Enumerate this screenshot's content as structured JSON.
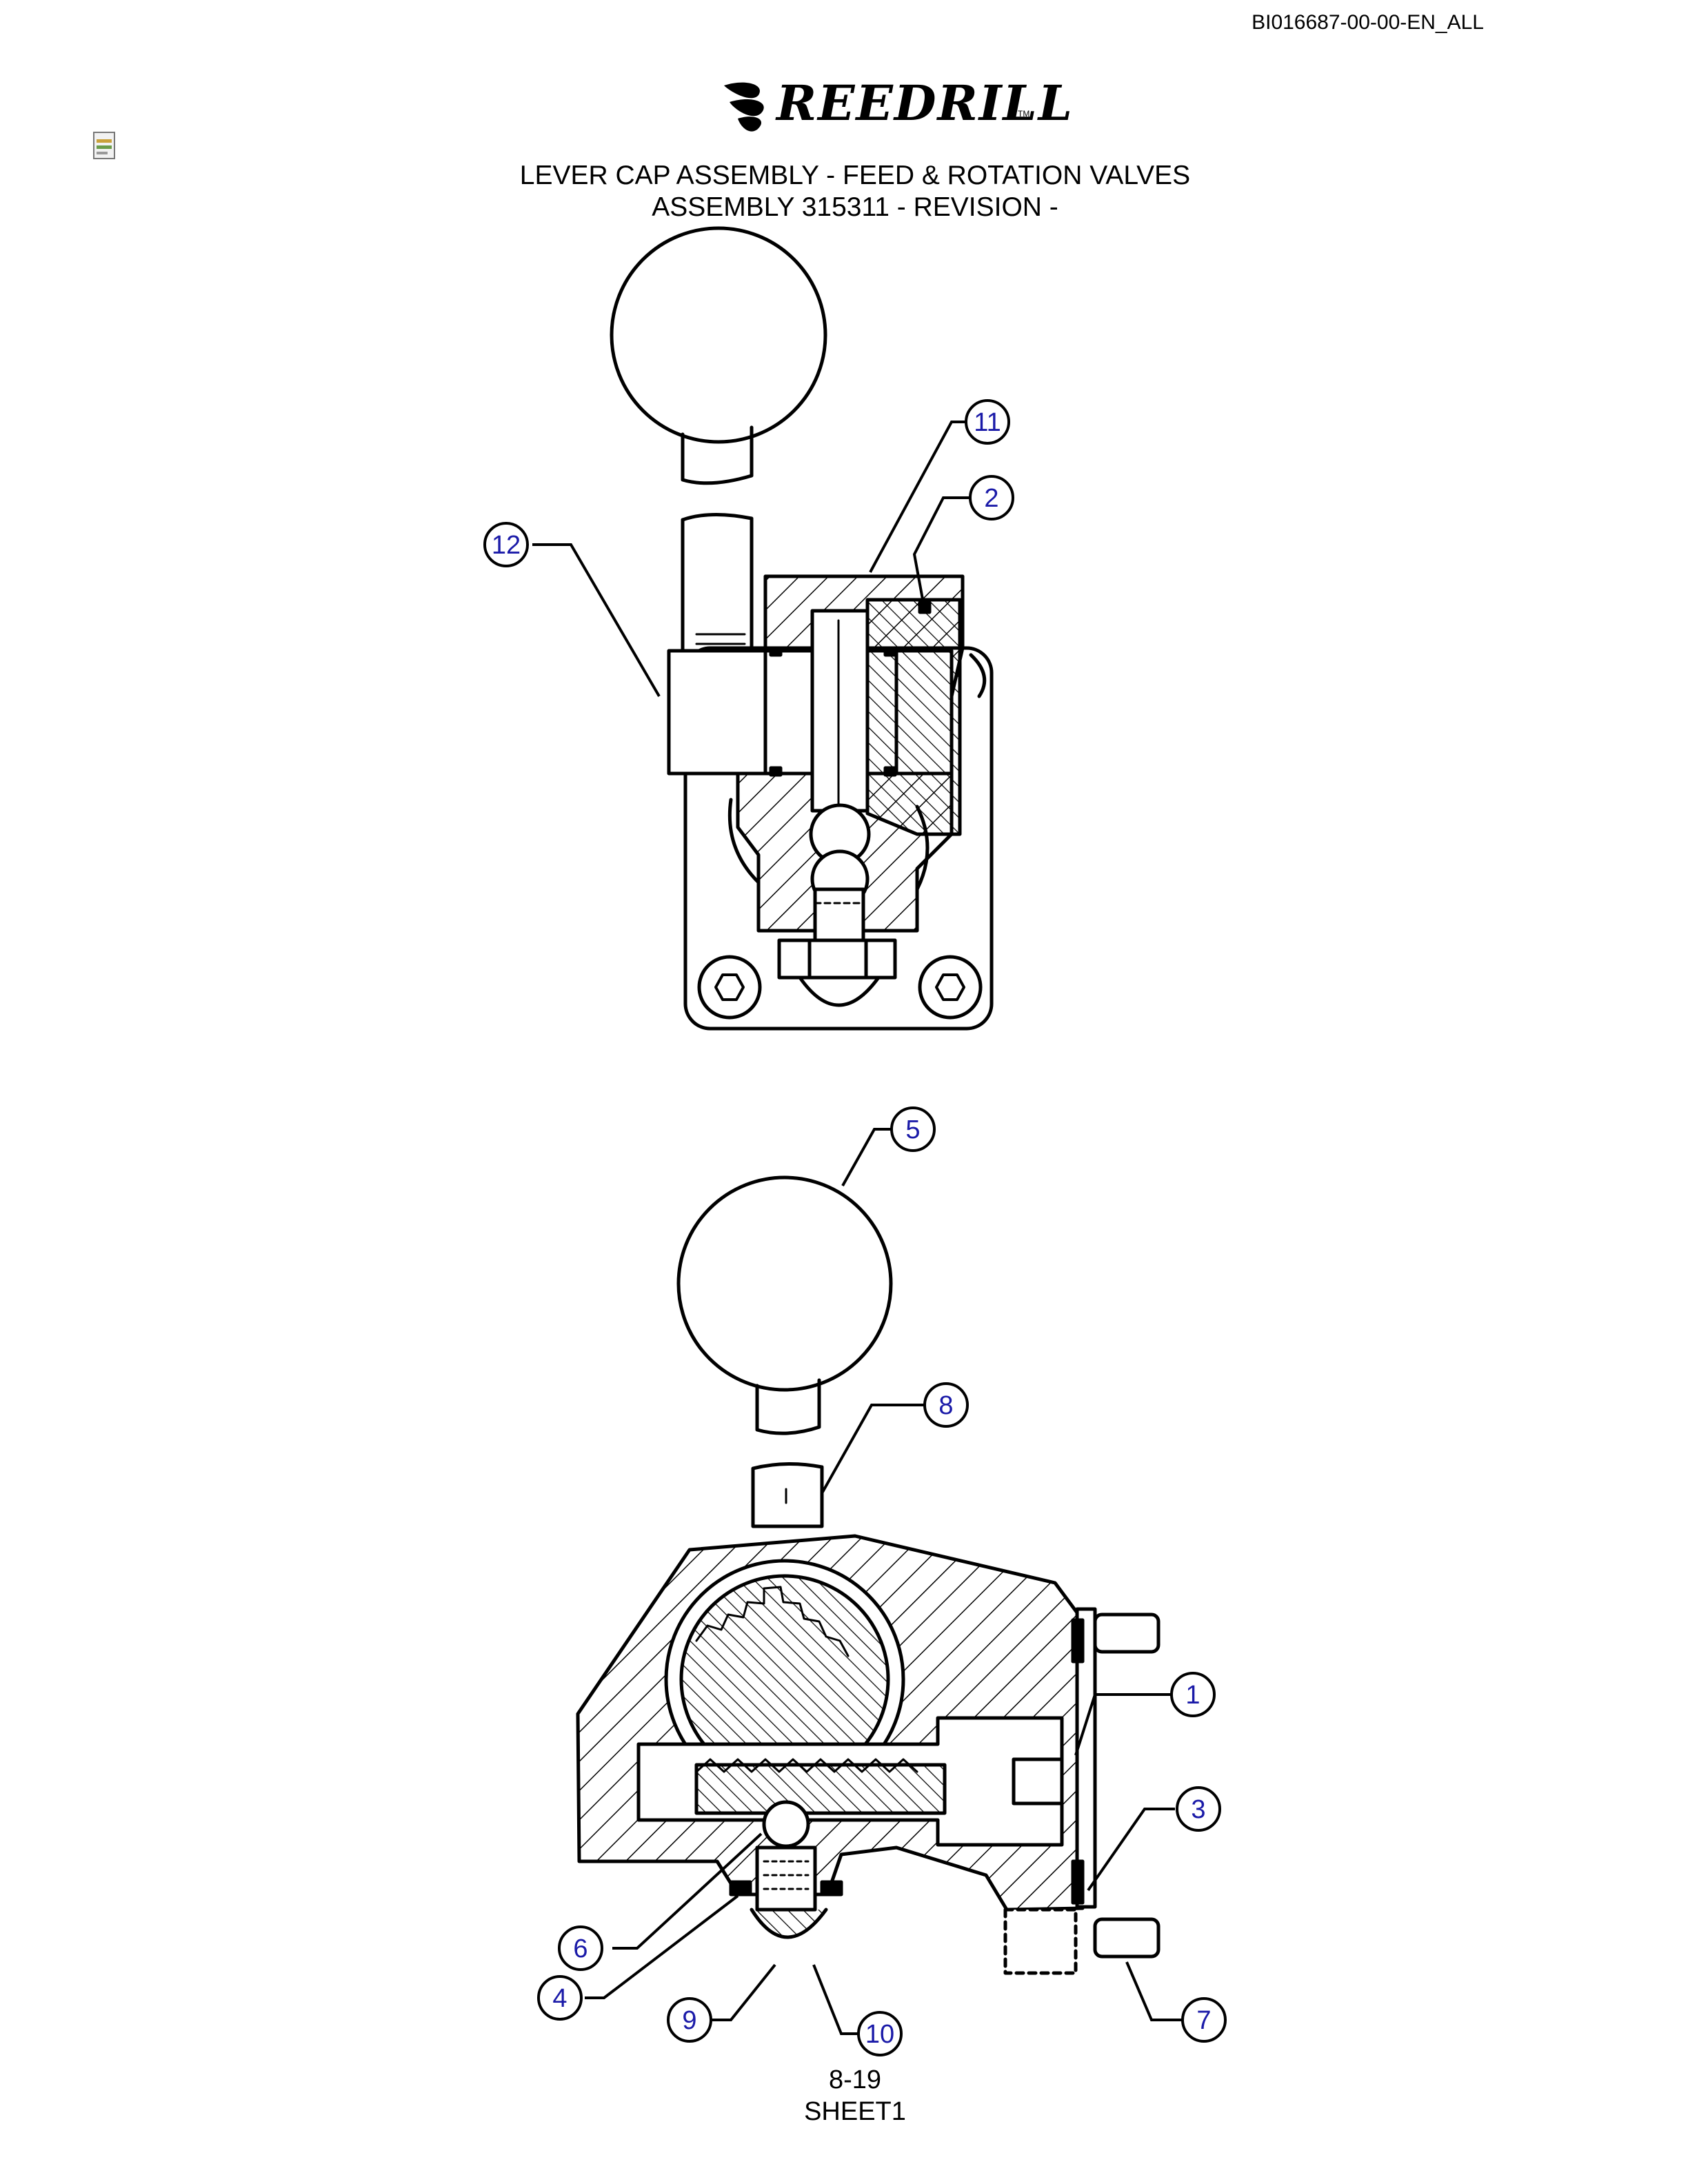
{
  "header": {
    "doc_id": "BI016687-00-00-EN_ALL"
  },
  "brand": {
    "logo_text": "REEDRILL",
    "trademark": "TM"
  },
  "title": {
    "line1": "LEVER CAP ASSEMBLY - FEED & ROTATION VALVES",
    "line2": "ASSEMBLY 315311 - REVISION -"
  },
  "callouts": {
    "c11": "11",
    "c2": "2",
    "c12": "12",
    "c5": "5",
    "c8": "8",
    "c1": "1",
    "c3": "3",
    "c6": "6",
    "c4": "4",
    "c9": "9",
    "c10": "10",
    "c7": "7"
  },
  "colors": {
    "callout_number": "#1a1aa8",
    "line": "#000000"
  },
  "footer": {
    "page": "8-19",
    "sheet": "SHEET1"
  }
}
